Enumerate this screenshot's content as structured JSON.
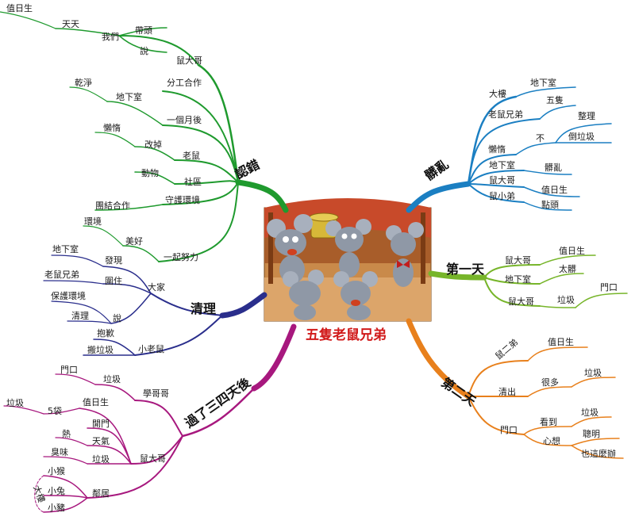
{
  "center": {
    "title": "五隻老鼠兄弟"
  },
  "branches": {
    "admit": {
      "label": "認錯",
      "color": "#1f9a2e",
      "items": {
        "zhiri": "值日生",
        "tiantian": "天天",
        "women": "我們",
        "daitou": "帶頭",
        "shuo": "說",
        "shudage": "鼠大哥",
        "fengong": "分工合作",
        "ganjing": "乾淨",
        "dixiashi": "地下室",
        "yigeyue": "一個月後",
        "landuo": "懶惰",
        "gaidiao": "改掉",
        "laoshu": "老鼠",
        "dongwu": "動物",
        "shequ": "社區",
        "shouhu": "守護環境",
        "tuanjie": "團結合作",
        "huanjing": "環境",
        "meihao": "美好",
        "yiqi": "一起努力"
      }
    },
    "mess": {
      "label": "髒亂",
      "color": "#1b7fc2",
      "items": {
        "dalou": "大樓",
        "dixiashi1": "地下室",
        "xiongdi": "老鼠兄弟",
        "wuzhi": "五隻",
        "landuo": "懶惰",
        "bu": "不",
        "zhengli": "整理",
        "dao": "倒垃圾",
        "dixiashi2": "地下室",
        "zangluan": "髒亂",
        "shudage": "鼠大哥",
        "zhiri": "值日生",
        "xiaodi": "鼠小弟",
        "diantou": "點頭"
      }
    },
    "day1": {
      "label": "第一天",
      "color": "#77b52a",
      "items": {
        "shudage1": "鼠大哥",
        "zhiri": "值日生",
        "dixiashi": "地下室",
        "taizang": "太髒",
        "shudage2": "鼠大哥",
        "laji": "垃圾",
        "menkou": "門口"
      }
    },
    "day2": {
      "label": "第二天",
      "color": "#e8801c",
      "items": {
        "shuerdi": "鼠二弟",
        "zhiri": "值日生",
        "qingchu": "清出",
        "henduo": "很多",
        "laji1": "垃圾",
        "menkou": "門口",
        "kandao": "看到",
        "laji2": "垃圾",
        "xinxiang": "心想",
        "congming": "聰明",
        "yezheme": "也這麼辦"
      }
    },
    "days3": {
      "label": "過了三四天後",
      "color": "#a7187e",
      "items": {
        "xuegege": "學哥哥",
        "menkou": "門口",
        "laji1": "垃圾",
        "shudage": "鼠大哥",
        "zhiri": "值日生",
        "laji2": "垃圾",
        "wudai": "5袋",
        "kaimen": "開門",
        "re": "熱",
        "tianqi": "天氣",
        "chouwei": "臭味",
        "laji3": "垃圾",
        "linju": "鄰居",
        "xiaohou": "小猴",
        "xiaotu": "小兔",
        "xiaozhu": "小豬",
        "dalou": "大樓"
      }
    },
    "clean": {
      "label": "清理",
      "color": "#2a2e8c",
      "items": {
        "dajia": "大家",
        "faxian": "發現",
        "dixiashi": "地下室",
        "weizhu": "圍住",
        "xiongdi": "老鼠兄弟",
        "shuo": "說",
        "baohu": "保護環境",
        "qingli": "清理",
        "xiaolaoshu": "小老鼠",
        "baoqian": "抱歉",
        "banlaji": "搬垃圾"
      }
    }
  }
}
